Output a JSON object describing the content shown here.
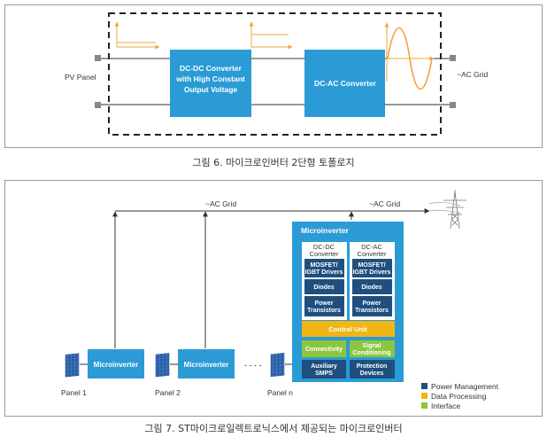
{
  "fig6": {
    "pv_panel": "PV Panel",
    "ac_grid": "~AC Grid",
    "dcdc_box": [
      "DC-DC Converter",
      "with High Constant",
      "Output Voltage"
    ],
    "dcac_box": "DC-AC Converter",
    "caption": "그림 6. 마이크로인버터 2단형 토폴로지"
  },
  "fig7": {
    "ac_grid_left": "~AC Grid",
    "ac_grid_right": "~AC Grid",
    "microinverter_title": "Microinverter",
    "dcdc_header": [
      "DC-DC",
      "Converter"
    ],
    "dcac_header": [
      "DC-AC",
      "Converter"
    ],
    "mosfet": [
      "MOSFET/",
      "IGBT Drivers"
    ],
    "diodes": "Diodes",
    "power_transistors": [
      "Power",
      "Transistors"
    ],
    "control_unit": "Control Unit",
    "connectivity": "Connectivity",
    "signal_conditioning": [
      "Signal",
      "Conditioning"
    ],
    "auxiliary_smps": [
      "Auxiliary",
      "SMPS"
    ],
    "protection_devices": [
      "Protection",
      "Devices"
    ],
    "microinverter_label": "Microinverter",
    "panels": [
      "Panel 1",
      "Panel 2",
      "Panel n"
    ],
    "ellipsis": "- - - -",
    "legend": [
      {
        "label": "Power Management",
        "color": "#1f4f7f"
      },
      {
        "label": "Data Processing",
        "color": "#f2b515"
      },
      {
        "label": "Interface",
        "color": "#8cc63f"
      }
    ],
    "caption": "그림 7. ST마이크로일렉트로닉스에서 제공되는 마이크로인버터"
  },
  "colors": {
    "box_light_blue": "#2b9bd6",
    "box_dark_blue": "#1f4f7f",
    "waveform_orange": "#f2a33a",
    "control_yellow": "#f2b515",
    "interface_green": "#8cc63f"
  }
}
